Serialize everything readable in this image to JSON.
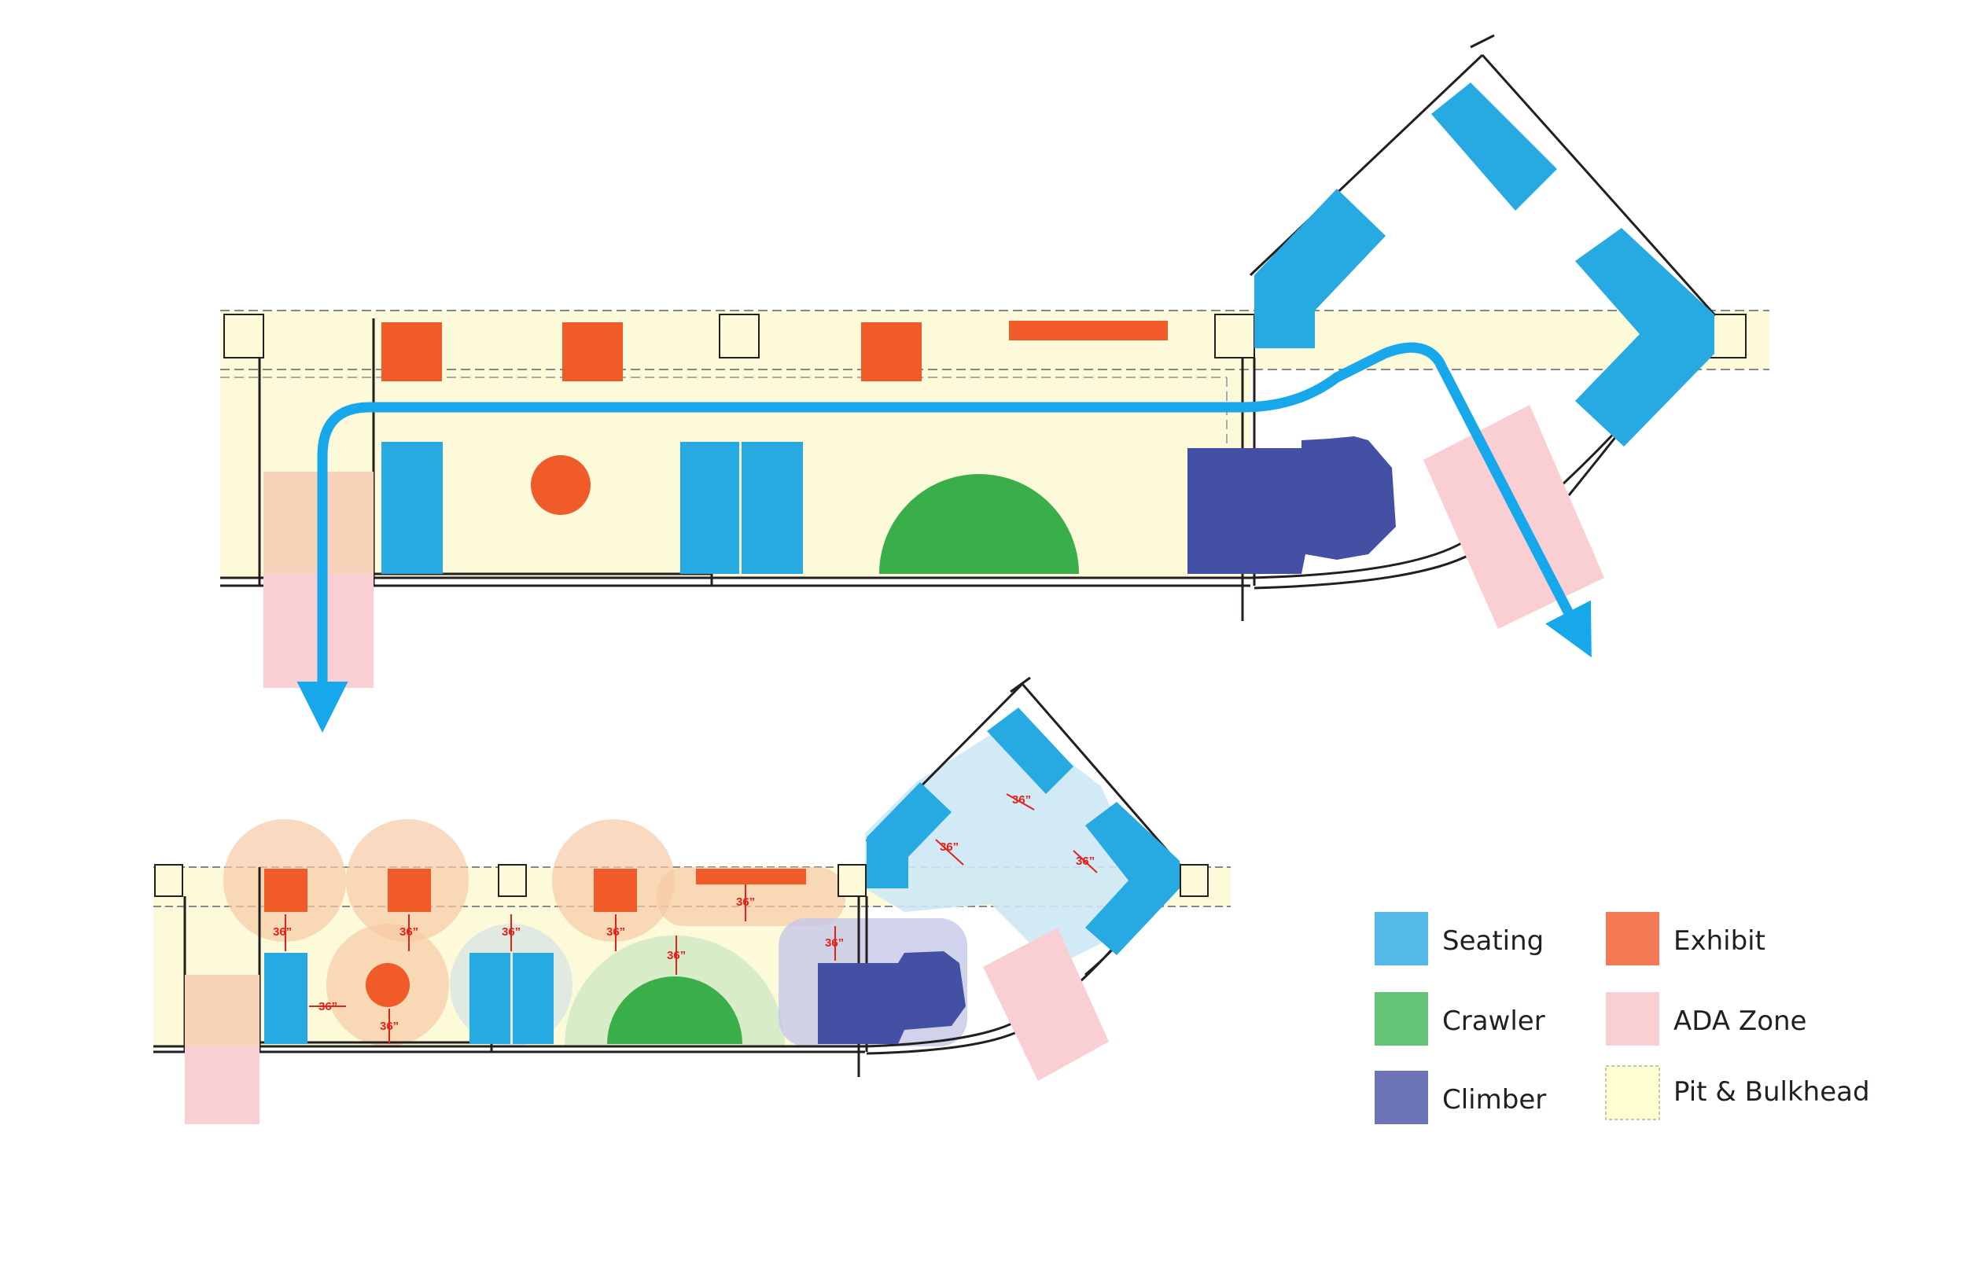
{
  "colors": {
    "seating": "#27a9e1",
    "crawler": "#3aaf49",
    "climber": "#4450a3",
    "exhibit": "#f15a29",
    "ada": "#f9cfd3",
    "pit": "#fcfad9",
    "flow_arrow": "#16a8eb",
    "dimension": "#e2231a",
    "wall": "#231f20",
    "clearance_orange": "#f6c9a5",
    "clearance_green": "#cfe8c5",
    "clearance_blue": "#cde8f4",
    "clearance_purple": "#c6c8e8"
  },
  "legend": {
    "items": [
      {
        "key": "seating",
        "label": "Seating",
        "color": "#54b9e9"
      },
      {
        "key": "exhibit",
        "label": "Exhibit",
        "color": "#f47a55"
      },
      {
        "key": "crawler",
        "label": "Crawler",
        "color": "#63c477"
      },
      {
        "key": "ada",
        "label": "ADA Zone",
        "color": "#f9cfd3"
      },
      {
        "key": "climber",
        "label": "Climber",
        "color": "#6d74b8"
      },
      {
        "key": "pit",
        "label": "Pit & Bulkhead",
        "color": "#fffdd2"
      }
    ]
  },
  "clearance_label": "36”"
}
